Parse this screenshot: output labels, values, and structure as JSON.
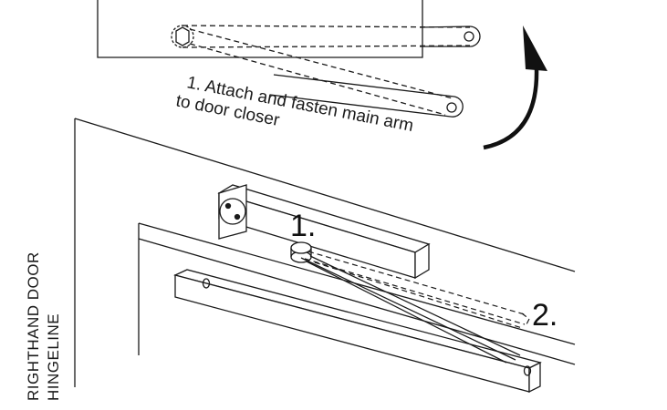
{
  "instruction": {
    "line1": "1. Attach and fasten main arm",
    "line2": "to door closer"
  },
  "steps": {
    "step1": "1.",
    "step2": "2."
  },
  "side_label": {
    "line1": "RIGHTHAND DOOR",
    "line2": "HINGELINE"
  },
  "colors": {
    "ink": "#1a1a1a",
    "arrow": "#111111",
    "background": "#ffffff"
  }
}
